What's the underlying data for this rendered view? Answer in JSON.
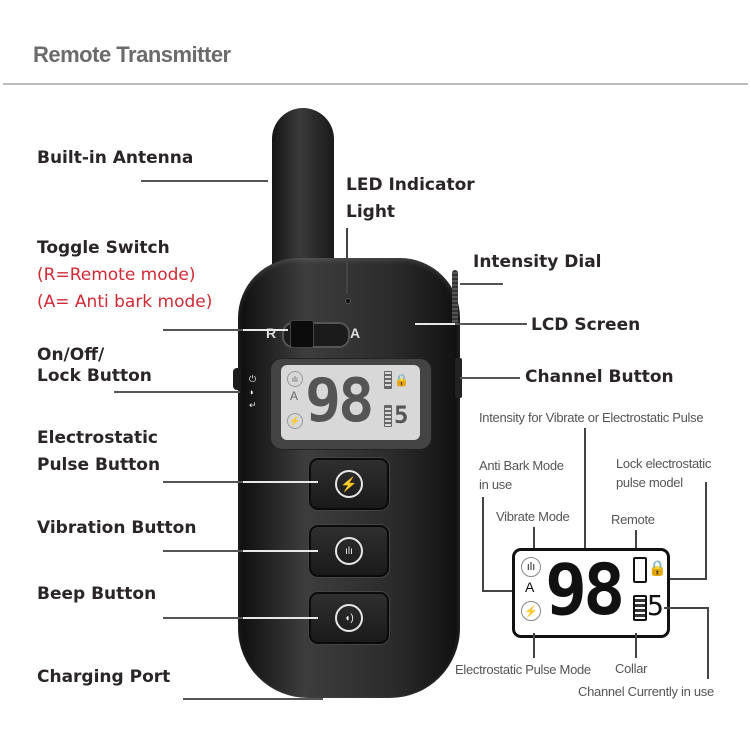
{
  "header": {
    "title": "Remote Transmitter"
  },
  "callouts_left": [
    {
      "label": "Built-in Antenna"
    },
    {
      "label": "Toggle Switch",
      "notes": [
        "(R=Remote mode)",
        "(A= Anti bark mode)"
      ]
    },
    {
      "label_lines": [
        "On/Off/",
        "Lock Button"
      ]
    },
    {
      "label_lines": [
        "Electrostatic",
        "Pulse Button"
      ]
    },
    {
      "label": "Vibration Button"
    },
    {
      "label": "Beep Button"
    },
    {
      "label": "Charging Port"
    }
  ],
  "callouts_right": [
    {
      "label_lines": [
        "LED Indicator",
        "Light"
      ]
    },
    {
      "label": "Intensity Dial"
    },
    {
      "label": "LCD Screen"
    },
    {
      "label": "Channel Button"
    }
  ],
  "device": {
    "switch": {
      "left": "R",
      "right": "A"
    },
    "lcd": {
      "intensity": "98",
      "channel": "5",
      "mode_letter": "A"
    },
    "buttons": [
      {
        "name": "electrostatic",
        "icon": "⚡"
      },
      {
        "name": "vibration",
        "icon": "ılı"
      },
      {
        "name": "beep",
        "icon": "◖)"
      }
    ],
    "side_icons": [
      "⏻",
      "◗",
      "↵"
    ]
  },
  "lcd_legend": {
    "top_caption": "Intensity for Vibrate or Electrostatic Pulse",
    "anti_bark": [
      "Anti Bark Mode",
      "in use"
    ],
    "vibrate": "Vibrate Mode",
    "lock": [
      "Lock electrostatic",
      "pulse model"
    ],
    "remote": "Remote",
    "pulse": "Electrostatic Pulse Mode",
    "collar": "Collar",
    "channel": "Channel Currently in use",
    "display": {
      "digits": "98",
      "mode_letter": "A",
      "channel": "5",
      "lock_icon": "🔒"
    }
  },
  "colors": {
    "accent_red": "#d02a35",
    "label_dark": "#2a2526",
    "title_gray": "#6b6b6b"
  }
}
